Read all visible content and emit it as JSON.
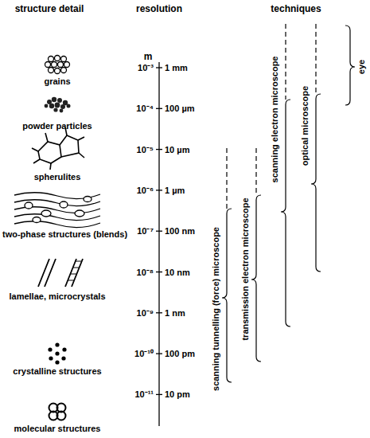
{
  "diagram": {
    "labels": [
      "structure detail",
      "resolution",
      "techniques",
      "m",
      "10⁻³",
      "1 mm",
      "10⁻⁴",
      "100 µm",
      "10⁻⁵",
      "10 µm",
      "10⁻⁶",
      "1 µm",
      "10⁻⁷",
      "100 nm",
      "10⁻⁸",
      "10 nm",
      "10⁻⁹",
      "1 nm",
      "10⁻¹⁰",
      "100 pm",
      "10⁻¹¹",
      "10 pm",
      "grains",
      "powder particles",
      "spherulites",
      "two-phase structures (blends)",
      "lamellae, microcrystals",
      "crystalline structures",
      "molecular structures",
      "eye",
      "optical microscope",
      "scanning electron microscope",
      "transmission electron microscope",
      "scanning tunnelling (force) microscope"
    ]
  }
}
